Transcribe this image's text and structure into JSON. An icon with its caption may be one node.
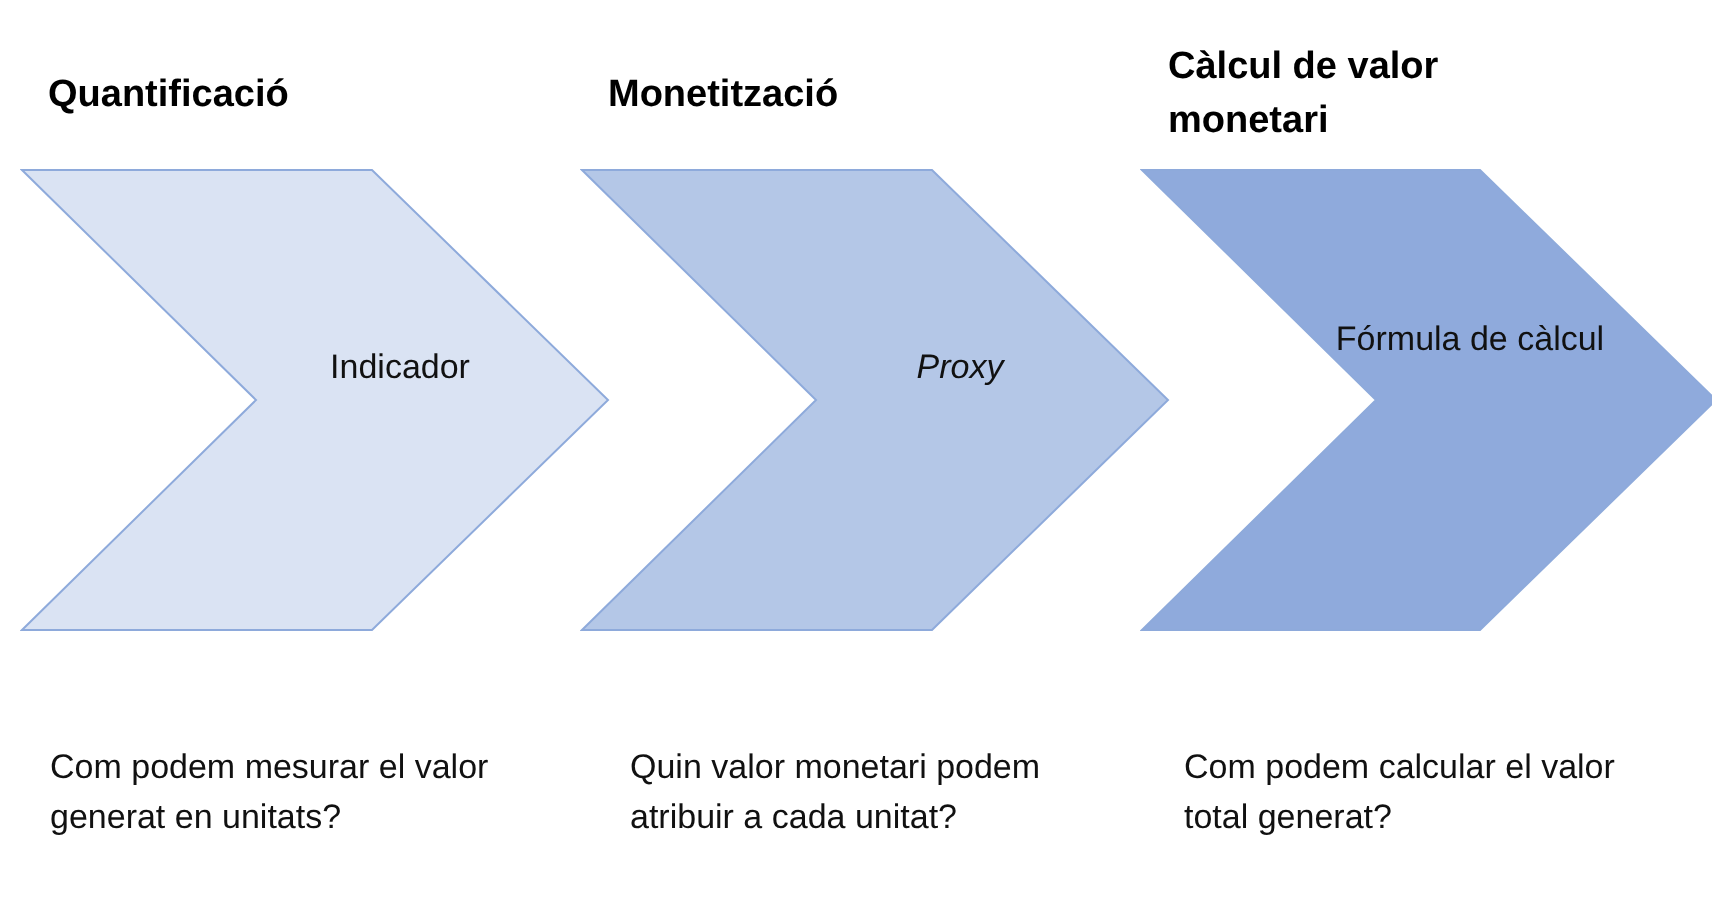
{
  "diagram": {
    "nodes": [
      {
        "text": [
          "Quantificació",
          "Indicador"
        ],
        "beside": [
          "Com podem mesurar el valor generat en unitats?"
        ]
      },
      {
        "text": [
          "Monetització",
          "Proxy"
        ],
        "beside": [
          "Quin valor monetari podem atribuir a cada unitat?"
        ]
      },
      {
        "text": [
          "Càlcul de valor monetari",
          "Fórmula de càlcul"
        ],
        "beside": [
          "Com podem calcular el valor total generat?"
        ]
      }
    ]
  }
}
